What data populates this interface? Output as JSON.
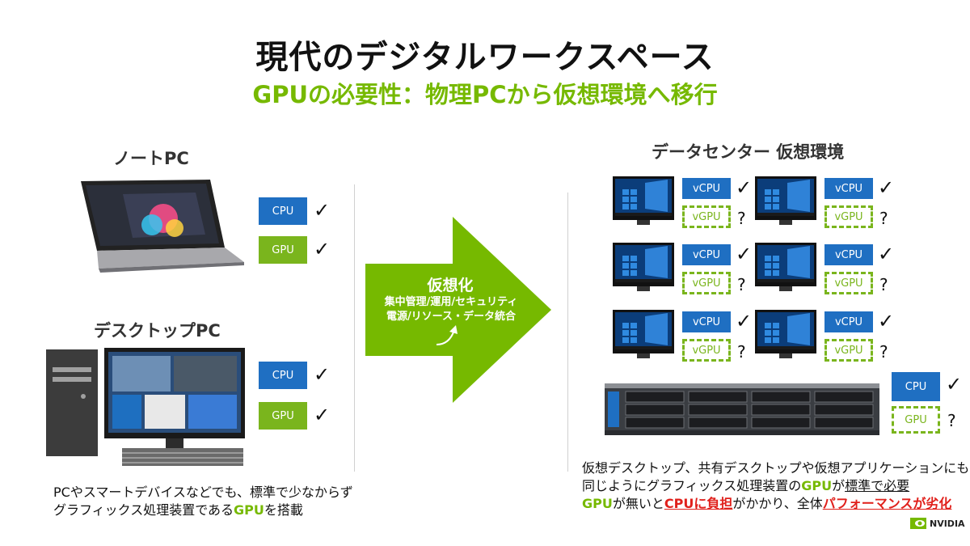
{
  "title": "現代のデジタルワークスペース",
  "subtitle": "GPUの必要性：物理PCから仮想環境へ移行",
  "left": {
    "notebook_heading": "ノートPC",
    "desktop_heading": "デスクトップPC",
    "cpu_label": "CPU",
    "gpu_label": "GPU",
    "check": "✓",
    "note_line1": "PCやスマートデバイスなどでも、標準で少なからず",
    "note_line2_pre": "グラフィックス処理装置である",
    "note_line2_gpu": "GPU",
    "note_line2_post": "を搭載"
  },
  "arrow": {
    "title": "仮想化",
    "line1": "集中管理/運用/セキュリティ",
    "line2": "電源/リソース・データ統合",
    "curve_icon": "curved-arrow-icon"
  },
  "right": {
    "heading": "データセンター 仮想環境",
    "vcpu_label": "vCPU",
    "vgpu_label": "vGPU",
    "cpu_label": "CPU",
    "gpu_label": "GPU",
    "check": "✓",
    "question": "?",
    "note_line1": "仮想デスクトップ、共有デスクトップや仮想アプリケーションにも",
    "note_line2_pre": "同じようにグラフィックス処理装置の",
    "note_line2_gpu": "GPU",
    "note_line2_mid": "が",
    "note_line2_std": "標準で必要",
    "note_line3_gpu": "GPU",
    "note_line3_a": "が無いと",
    "note_line3_cpu": "CPUに負担",
    "note_line3_b": "がかかり、全体",
    "note_line3_perf": "パフォーマンスが劣化"
  },
  "logo": {
    "text": "NVIDIA"
  },
  "colors": {
    "green": "#76b900",
    "blue": "#1f6fc2",
    "red": "#e0201b"
  }
}
